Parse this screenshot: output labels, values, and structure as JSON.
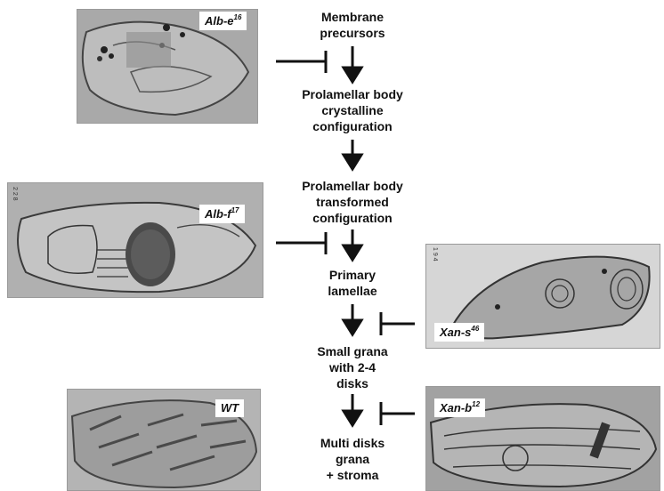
{
  "panels": {
    "alb_e": {
      "name": "Alb-e",
      "superscript": "16"
    },
    "alb_f": {
      "name": "Alb-f",
      "superscript": "17"
    },
    "xan_s": {
      "name": "Xan-s",
      "superscript": "46"
    },
    "wt": {
      "name": "WT"
    },
    "xan_b": {
      "name": "Xan-b",
      "superscript": "12"
    }
  },
  "steps": {
    "membrane_precursors": [
      "Membrane",
      "precursors"
    ],
    "prolamellar_crystalline": [
      "Prolamellar body",
      "crystalline",
      "configuration"
    ],
    "prolamellar_transformed": [
      "Prolamellar body",
      "transformed",
      "configuration"
    ],
    "primary_lamellae": [
      "Primary",
      "lamellae"
    ],
    "small_grana": [
      "Small grana",
      "with 2-4",
      "disks"
    ],
    "multi_disks": [
      "Multi disks",
      "grana",
      "+ stroma"
    ]
  },
  "image_marks": {
    "alb_f_corner": "2 2 8",
    "xan_s_corner": "1 9 4"
  }
}
